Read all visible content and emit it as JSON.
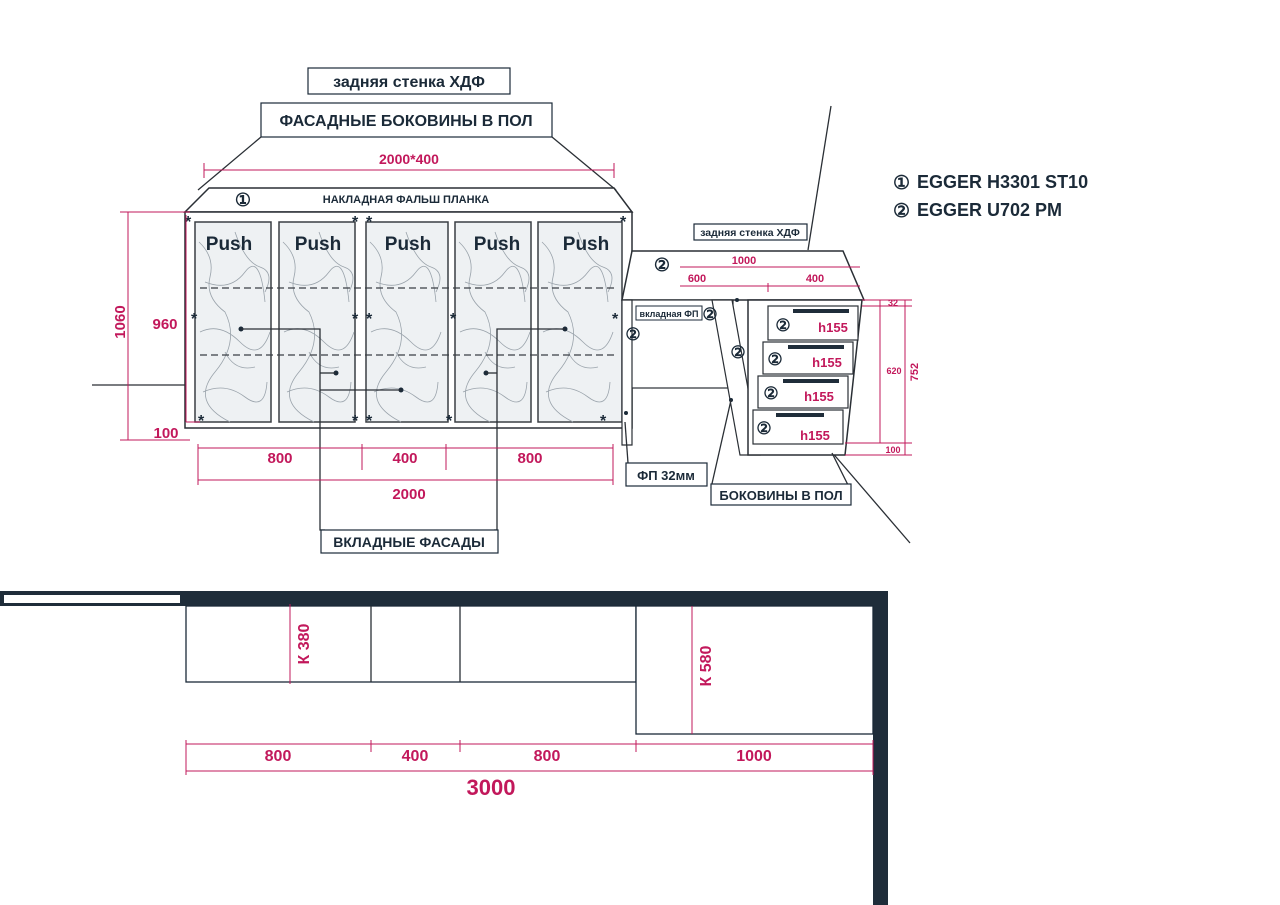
{
  "labels": {
    "back_wall_top": "задняя стенка ХДФ",
    "facade_sides": "ФАСАДНЫЕ БОКОВИНЫ В ПОЛ",
    "top_overlay": "НАКЛАДНАЯ ФАЛЬШ ПЛАНКА",
    "back_wall_desk": "задняя стенка ХДФ",
    "inset_fp": "вкладная ФП",
    "fp32": "ФП 32мм",
    "sides_floor": "БОКОВИНЫ В ПОЛ",
    "inset_facades": "ВКЛАДНЫЕ ФАСАДЫ"
  },
  "legend": [
    {
      "mark": "①",
      "text": "EGGER H3301 ST10"
    },
    {
      "mark": "②",
      "text": "EGGER U702 PM"
    }
  ],
  "marks": {
    "one": "①",
    "two": "②",
    "star": "*"
  },
  "push": [
    "Push",
    "Push",
    "Push",
    "Push",
    "Push"
  ],
  "dims": {
    "wardrobe_total": "2000*400",
    "height_total": "1060",
    "height_body": "960",
    "plinth": "100",
    "w800a": "800",
    "w400": "400",
    "w800b": "800",
    "w2000": "2000",
    "desk_width": "1000",
    "desk_600": "600",
    "desk_400": "400",
    "desk_32": "32",
    "desk_620": "620",
    "desk_752": "752",
    "desk_100": "100",
    "drawers": [
      "h155",
      "h155",
      "h155",
      "h155"
    ]
  },
  "plan": {
    "k380": "К 380",
    "k580": "К 580",
    "p800a": "800",
    "p400": "400",
    "p800b": "800",
    "p1000": "1000",
    "total": "3000"
  },
  "colors": {
    "dimension": "#c2185b",
    "wall": "#1f2d3a",
    "text": "#1b2a38"
  }
}
